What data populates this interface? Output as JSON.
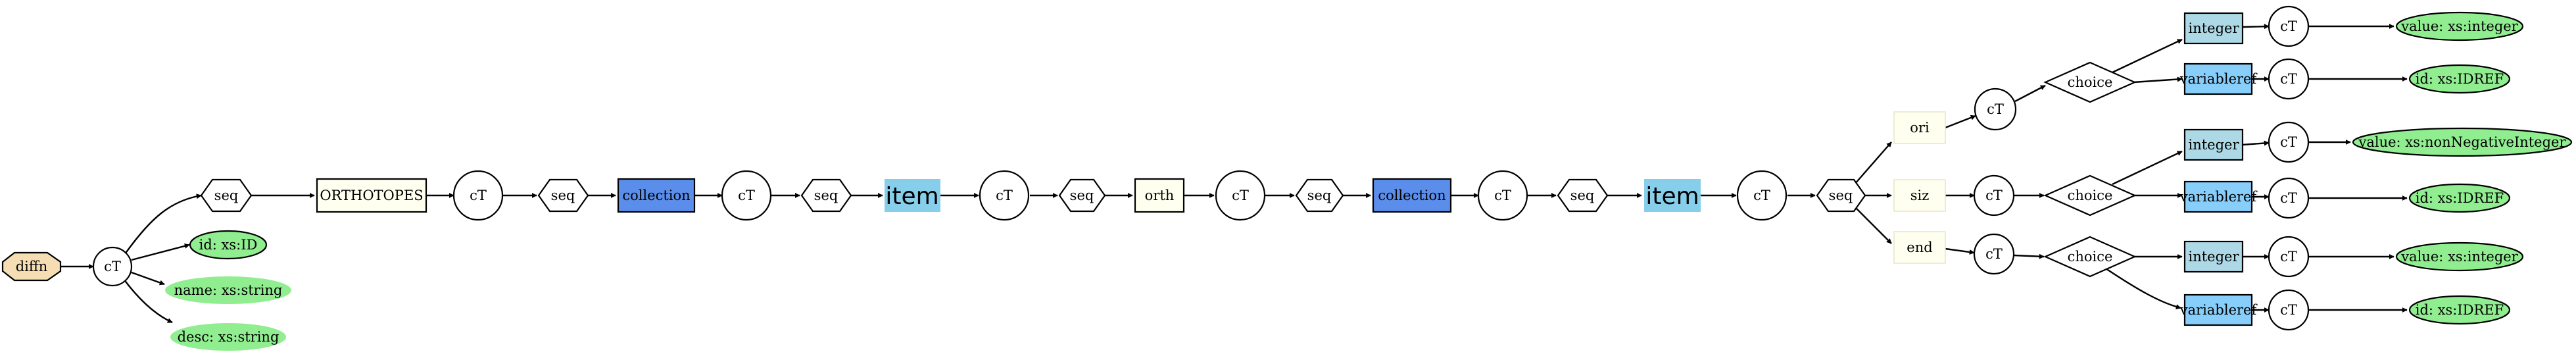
{
  "colors": {
    "root": "#f5deb3",
    "attribute": "#90ee90",
    "box_pale": "#fffff0",
    "collection": "#5b8dea",
    "item": "#87ceeb",
    "integer": "#add8e6",
    "variableref": "#87cefa",
    "white": "#ffffff"
  },
  "diagram": {
    "root": "diffn",
    "complex_type": "cT",
    "sequence": "seq",
    "choice": "choice",
    "attributes": [
      "id: xs:ID",
      "name: xs:string",
      "desc: xs:string"
    ],
    "orthotopes": "ORTHOTOPES",
    "collection": "collection",
    "item": "item",
    "orth": "orth",
    "fields": [
      "ori",
      "siz",
      "end"
    ],
    "integer": "integer",
    "variableref": "variableref",
    "leaf_values": [
      "value: xs:integer",
      "value: xs:nonNegativeInteger",
      "value: xs:integer"
    ],
    "leaf_id": "id: xs:IDREF"
  }
}
